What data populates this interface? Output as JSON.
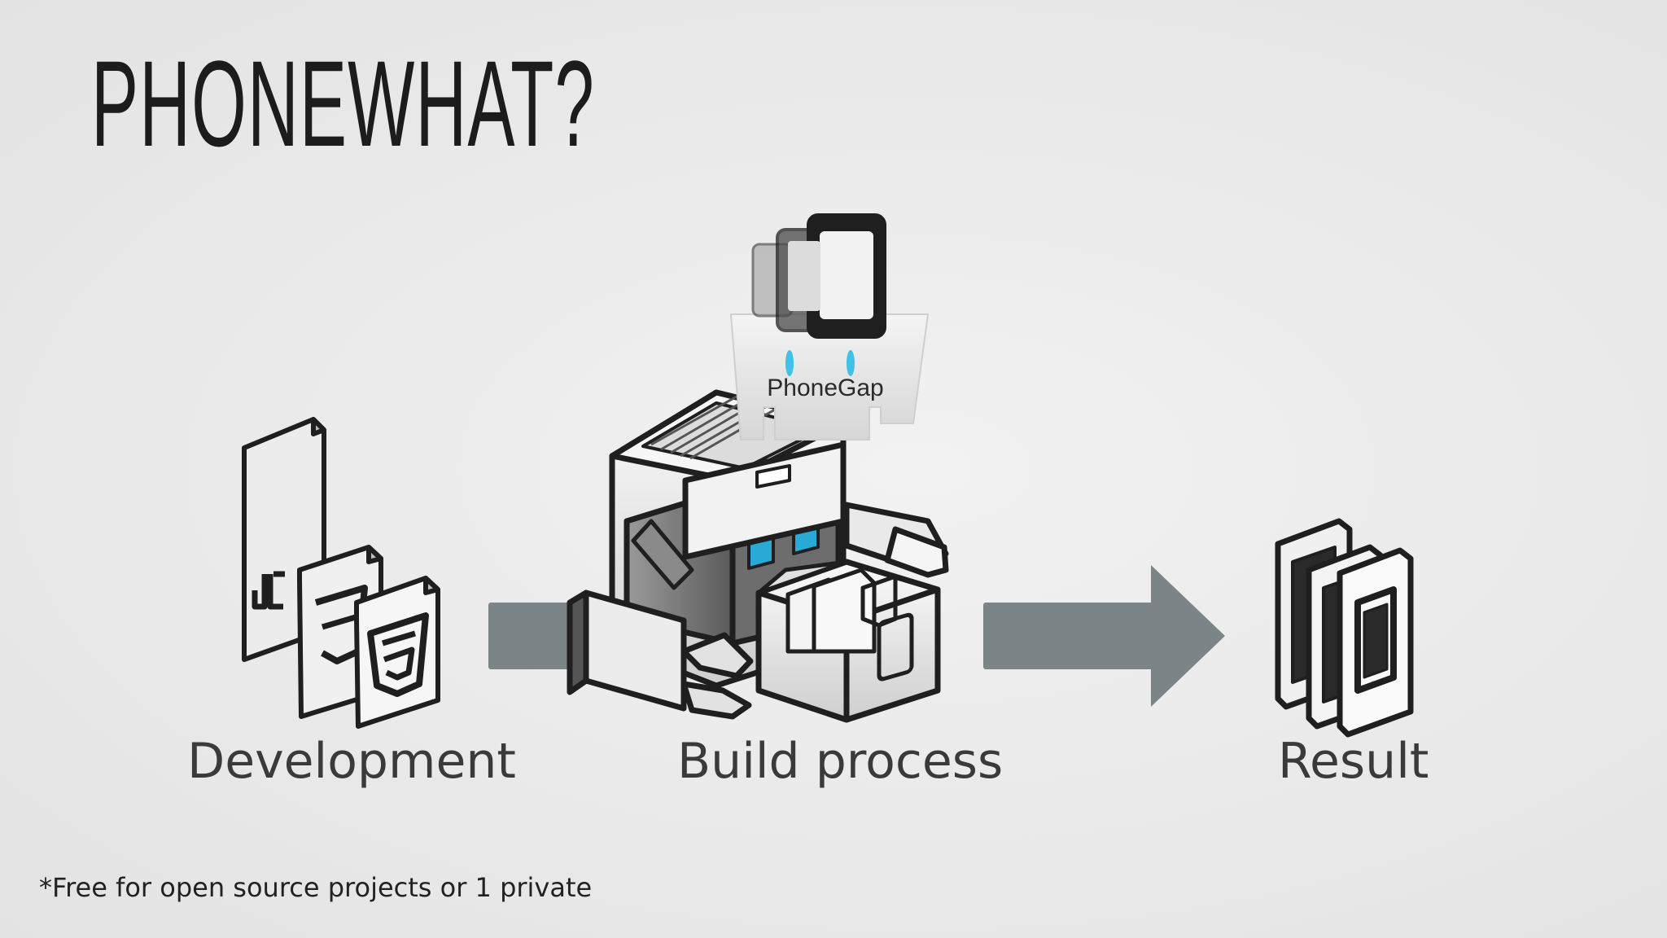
{
  "slide": {
    "title": "PHONEWHAT?",
    "footnote": "*Free for open source projects or 1 private"
  },
  "stages": {
    "development": "Development",
    "build": "Build process",
    "result": "Result"
  },
  "phonegap_logo_text": "PhoneGap",
  "file_badges": [
    "JS",
    "CSS3",
    "HTML5"
  ],
  "colors": {
    "arrow": "#7b8487",
    "outline": "#1f1f1f",
    "glow": "#2aa8d6",
    "title": "#1c1c1c"
  }
}
